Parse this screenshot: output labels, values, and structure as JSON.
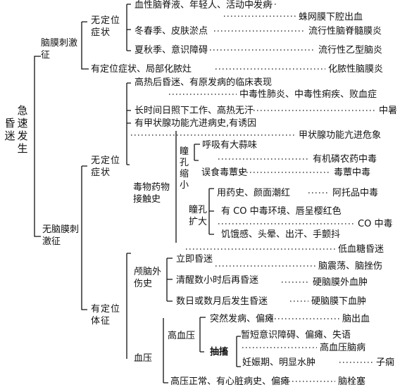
{
  "root": {
    "label": "昏迷",
    "sublabel": "急速发生"
  },
  "meningeal": {
    "label": "脑膜刺激征",
    "no_localizing": {
      "label": "无定位症状",
      "items": [
        {
          "feature": "血性脑脊液、年轻人、活动中发病",
          "diagnosis": "蛛网膜下腔出血"
        },
        {
          "feature": "冬春季、皮肤淤点",
          "diagnosis": "流行性脑脊髓膜炎"
        },
        {
          "feature": "夏秋季、意识障碍",
          "diagnosis": "流行性乙型脑炎"
        }
      ]
    },
    "localizing": {
      "feature": "有定位症状、局部化脓灶",
      "diagnosis": "化脓性脑膜炎"
    }
  },
  "non_meningeal": {
    "label": "无脑膜刺激征",
    "no_localizing": {
      "label": "无定位症状",
      "items": [
        {
          "feature": "高热后昏迷、有原发病的临床表现",
          "diagnosis": "中毒性肺炎、中毒性痢疾、败血症"
        },
        {
          "feature": "长时间日照下工作、高热无汗",
          "diagnosis": "中暑"
        },
        {
          "feature": "有甲状腺功能亢进病史,有诱因",
          "diagnosis": "甲状腺功能亢进危象"
        }
      ],
      "poison": {
        "label": "毒物药物接触史",
        "miosis": {
          "label": "瞳孔缩小",
          "items": [
            {
              "feature": "呼吸有大蒜味",
              "diagnosis": "有机磷农药中毒"
            },
            {
              "feature": "误食毒蕈史",
              "diagnosis": "毒蕈中毒"
            }
          ]
        },
        "mydriasis": {
          "label": "瞳孔扩大",
          "items": [
            {
              "feature": "用药史、颜面潮红",
              "diagnosis": "阿托品中毒"
            },
            {
              "feature": "有 CO 中毒环境、唇呈樱红色",
              "diagnosis": "CO 中毒"
            },
            {
              "feature": "饥饿感、头晕、出汗、手颤抖",
              "diagnosis": "低血糖昏迷"
            }
          ]
        }
      }
    },
    "localizing": {
      "label": "有定位体征",
      "trauma": {
        "label": "颅脑外伤史",
        "items": [
          {
            "feature": "立即昏迷",
            "diagnosis": "脑震荡、脑挫伤"
          },
          {
            "feature": "清醒数小时后再昏迷",
            "diagnosis": "硬脑膜外血肿"
          },
          {
            "feature": "数日或数月后发生昏迷",
            "diagnosis": "硬脑膜下血肿"
          }
        ]
      },
      "bp": {
        "label": "血压",
        "high": {
          "label": "高血压",
          "items": [
            {
              "feature": "突然发病、偏瘫",
              "diagnosis": "脑出血"
            }
          ],
          "convulsion": {
            "label": "抽搐",
            "items": [
              {
                "feature": "暂短意识障碍、偏瘫、失语",
                "diagnosis": "高血压脑病"
              },
              {
                "feature": "妊娠期、明显水肿",
                "diagnosis": "子痫"
              }
            ]
          }
        },
        "normal": {
          "feature": "高压正常、有心脏病史、偏瘫",
          "diagnosis": "脑栓塞"
        }
      }
    }
  }
}
